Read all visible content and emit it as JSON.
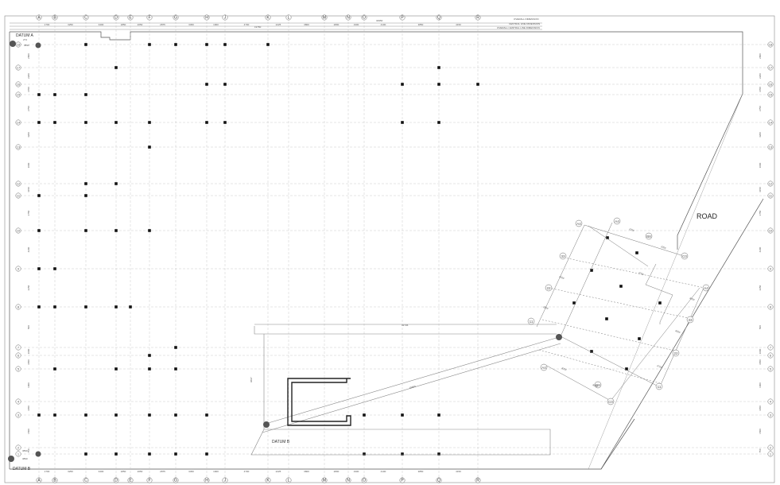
{
  "colors": {
    "line": "#555555",
    "grid": "#bdbdbd",
    "column": "#111111",
    "bubble": "#666666"
  },
  "grid": {
    "x_labels": [
      "A",
      "B",
      "C",
      "D",
      "E",
      "F",
      "G",
      "H",
      "J",
      "K",
      "L",
      "M",
      "N",
      "O",
      "P",
      "Q",
      "R"
    ],
    "y_labels": [
      "18",
      "17",
      "16",
      "15",
      "14",
      "13",
      "12",
      "11",
      "10",
      "9",
      "8",
      "7",
      "6",
      "5",
      "4",
      "3",
      "2",
      "1"
    ],
    "x_spacings": [
      "1700",
      "3250",
      "3400",
      "1850",
      "2050",
      "2875",
      "3450",
      "1900",
      "4700",
      "2225",
      "3800",
      "2800",
      "1900",
      "4100",
      "3850",
      "4150"
    ],
    "y_spacings": [
      "2800",
      "2200",
      "3700",
      "2750",
      "4200",
      "1000",
      "4150",
      "3750",
      "4200",
      "2250",
      "500",
      "1000",
      "3650",
      "1000",
      "3450",
      "1500",
      "750"
    ]
  },
  "title_notes": {
    "overall": "OVERALL DIMENSION",
    "central": "CENTRAL LINE DIMENSION",
    "overall_central": "OVERALL CENTRAL LINE DIMENSION"
  },
  "top_dims": {
    "span_a": "32950",
    "span_b": "19750"
  },
  "labels": {
    "datum_a": "DATUM A",
    "datum_b": "DATUM B",
    "datum_b_site": "DATUM B",
    "road": "ROAD",
    "datum_a_dim": "274",
    "datum_a_dim2": "3890",
    "datum_b_dim": "3890",
    "datum_b_dim2": "3890",
    "dim_32736": "32736",
    "dim_9697": "9697",
    "dim_18000": "18000"
  },
  "angled_grid": {
    "labels": [
      "A4",
      "A4",
      "B8",
      "B8",
      "C0",
      "C0",
      "A4",
      "33",
      "33",
      "22",
      "22",
      "11",
      "11",
      "A4"
    ]
  },
  "angled_dims": [
    "1000",
    "1000",
    "4000",
    "2500",
    "4000",
    "4000",
    "4000",
    "4000",
    "2700",
    "2700"
  ]
}
